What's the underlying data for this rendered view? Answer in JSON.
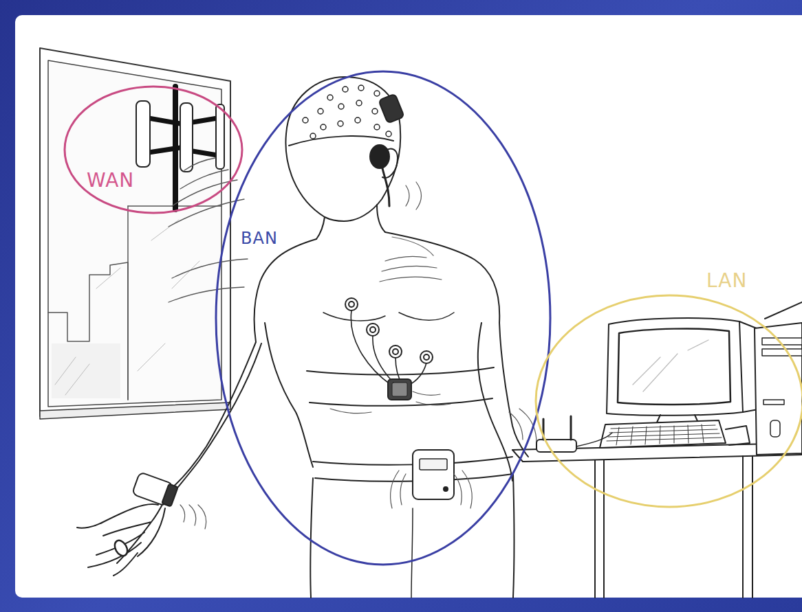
{
  "diagram": {
    "nodes": [
      {
        "text": [
          "WAN"
        ]
      },
      {
        "text": [
          "BAN"
        ]
      },
      {
        "text": [
          "LAN"
        ]
      }
    ]
  }
}
